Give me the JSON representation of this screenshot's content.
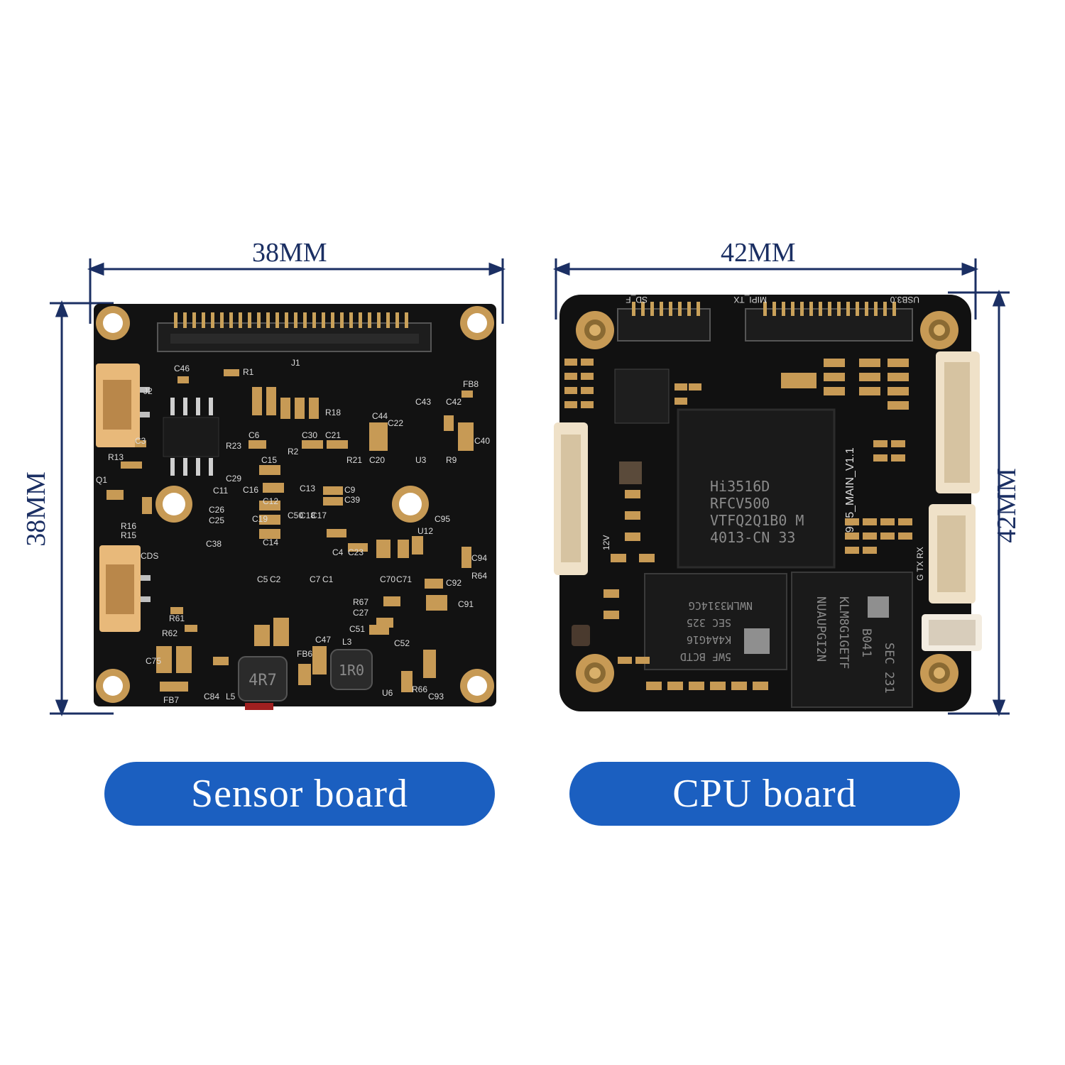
{
  "sensor": {
    "width_label": "38MM",
    "height_label": "38MM",
    "caption": "Sensor board",
    "silkscreen": [
      "J1",
      "J2",
      "C46",
      "R1",
      "FB8",
      "C3",
      "R13",
      "Q1",
      "R16",
      "R15",
      "CDS",
      "R61",
      "R62",
      "C75",
      "FB7",
      "C84",
      "L5",
      "FB6",
      "C47",
      "L3",
      "U6",
      "R66",
      "C93",
      "C91",
      "C92",
      "R64",
      "C94",
      "U12",
      "C95",
      "C70",
      "C71",
      "C51",
      "C52",
      "R67",
      "C27",
      "C23",
      "C4",
      "C39",
      "C9",
      "U3",
      "C20",
      "R9",
      "C40",
      "C42",
      "C43",
      "C44",
      "C22",
      "R18",
      "C21",
      "R21",
      "C30",
      "C6",
      "R23",
      "C29",
      "C15",
      "C11",
      "C26",
      "C25",
      "C38",
      "C19",
      "C12",
      "C14",
      "C5",
      "C2",
      "C7",
      "C1",
      "C50",
      "C18",
      "C17",
      "C13",
      "C16",
      "R2"
    ],
    "inductor_marks": [
      "4R7",
      "1R0"
    ]
  },
  "cpu": {
    "width_label": "42MM",
    "height_label": "42MM",
    "caption": "CPU board",
    "soc_lines": [
      "Hi3516D",
      "RFCV500",
      "VTFQ2Q1B0 M",
      "4013-CN  33"
    ],
    "board_name": "Z9D5_MAIN_V1.1",
    "ram_lines": [
      "NWLM3314CG",
      "SEC 325",
      "K4A4G16",
      "5WF BCTD"
    ],
    "emmc_lines": [
      "SEC 231",
      "B041",
      "KLM8G1GETF",
      "NUAUPGI2N"
    ],
    "connector_labels": [
      "SD_F",
      "MIPI_TX",
      "USB3.0",
      "12V",
      "G TX RX"
    ]
  }
}
